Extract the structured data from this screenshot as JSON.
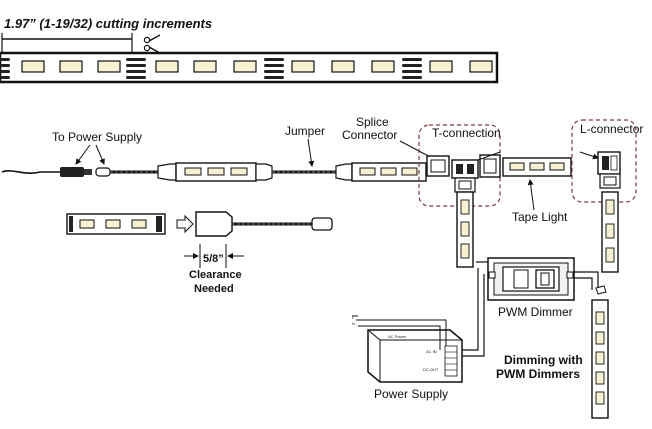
{
  "header": {
    "cutting_note": "1.97” (1-19/32) cutting increments",
    "scissors_icon": "scissors-icon"
  },
  "labels": {
    "to_power_supply": "To Power Supply",
    "jumper": "Jumper",
    "splice_line1": "Splice",
    "splice_line2": "Connector",
    "t_connection": "T-connection",
    "l_connector": "L-connector",
    "tape_light": "Tape Light",
    "clearance_value": "5/8”",
    "clearance_line1": "Clearance",
    "clearance_line2": "Needed",
    "pwm_dimmer": "PWM Dimmer",
    "dimming_line1": "Dimming with",
    "dimming_line2": "PWM Dimmers",
    "power_supply": "Power Supply",
    "ac_power": "AC Power",
    "ac_in": "AC IN",
    "dc_out": "DC OUT",
    "wire_l": "L",
    "wire_n": "N"
  },
  "colors": {
    "led": "#f7f1d2",
    "strip": "#ffffff",
    "ink": "#1a1a1a",
    "dashed_box": "#7a3a3a"
  }
}
